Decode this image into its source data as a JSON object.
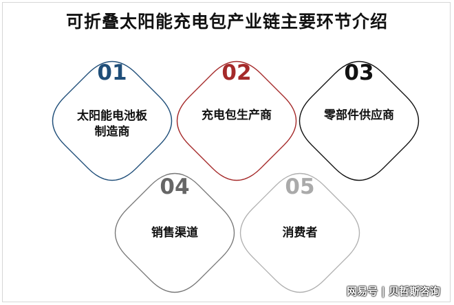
{
  "title": "可折叠太阳能充电包产业链主要环节介绍",
  "nodes": [
    {
      "number": "01",
      "label_line1": "太阳能电池板",
      "label_line2": "制造商",
      "color": "#1f4e79"
    },
    {
      "number": "02",
      "label_line1": "充电包生产商",
      "label_line2": "",
      "color": "#a52a2a"
    },
    {
      "number": "03",
      "label_line1": "零部件供应商",
      "label_line2": "",
      "color": "#111111"
    },
    {
      "number": "04",
      "label_line1": "销售渠道",
      "label_line2": "",
      "color": "#666666"
    },
    {
      "number": "05",
      "label_line1": "消费者",
      "label_line2": "",
      "color": "#aaaaaa"
    }
  ],
  "watermark": "网易号 | 贝哲斯咨询"
}
